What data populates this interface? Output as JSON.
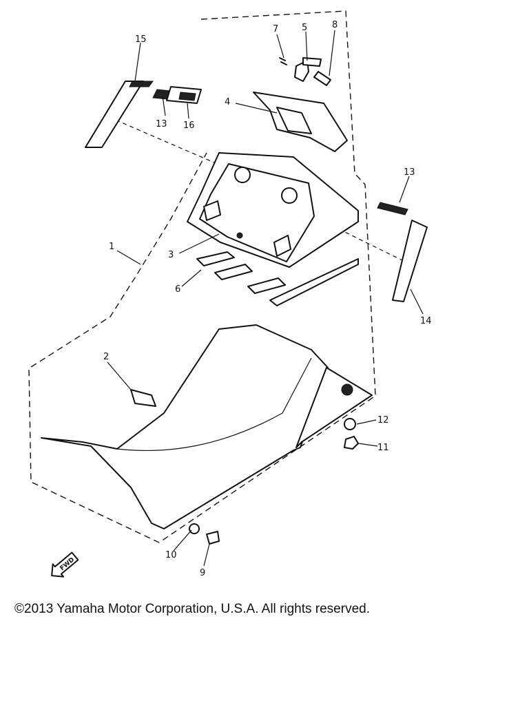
{
  "callouts": {
    "c1": "1",
    "c2": "2",
    "c3": "3",
    "c4": "4",
    "c5": "5",
    "c6": "6",
    "c7": "7",
    "c8": "8",
    "c9": "9",
    "c10": "10",
    "c11": "11",
    "c12": "12",
    "c13a": "13",
    "c13b": "13",
    "c14": "14",
    "c15": "15",
    "c16": "16"
  },
  "fwd_label": "FWD",
  "footer": {
    "copyright": "©2013 Yamaha Motor Corporation, U.S.A. All rights reserved."
  }
}
